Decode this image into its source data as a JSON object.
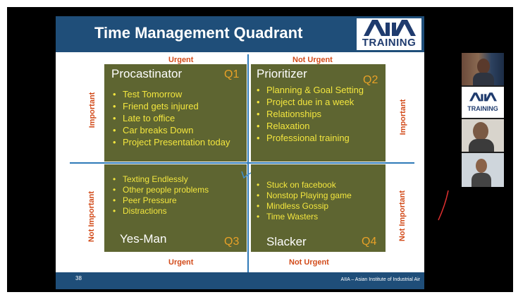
{
  "slide": {
    "title": "Time Management Quadrant",
    "logo": {
      "mark": "AIIA",
      "text": "TRAINING"
    },
    "axes": {
      "top_left": "Urgent",
      "top_right": "Not Urgent",
      "bottom_left": "Urgent",
      "bottom_right": "Not Urgent",
      "left_top": "Important",
      "left_bottom": "Not Important",
      "right_top": "Important",
      "right_bottom": "Not Important"
    },
    "quadrants": {
      "q1": {
        "title": "Procastinator",
        "num": "Q1",
        "items": [
          "Test Tomorrow",
          "Friend gets injured",
          "Late to office",
          "Car breaks Down",
          "Project Presentation today"
        ]
      },
      "q2": {
        "title": "Prioritizer",
        "num": "Q2",
        "items": [
          "Planning & Goal Setting",
          "Project due in a week",
          "Relationships",
          "Relaxation",
          "Professional training"
        ]
      },
      "q3": {
        "title": "Yes-Man",
        "num": "Q3",
        "items": [
          "Texting Endlessly",
          "Other people problems",
          "Peer Pressure",
          "Distractions"
        ]
      },
      "q4": {
        "title": "Slacker",
        "num": "Q4",
        "items": [
          "Stuck on facebook",
          "Nonstop Playing game",
          "Mindless Gossip",
          "Time Wasters"
        ]
      }
    },
    "footer": {
      "page": "38",
      "text": "AIIA – Asian Institute of Industrial Air"
    }
  },
  "video": {
    "logo": {
      "mark": "AIIA",
      "text": "TRAINING"
    },
    "participants": 3
  },
  "colors": {
    "header": "#1f4e79",
    "quadrant": "#5e6531",
    "item_text": "#f3e63e",
    "axis_text": "#d24b1a",
    "q_number": "#e8a127"
  }
}
